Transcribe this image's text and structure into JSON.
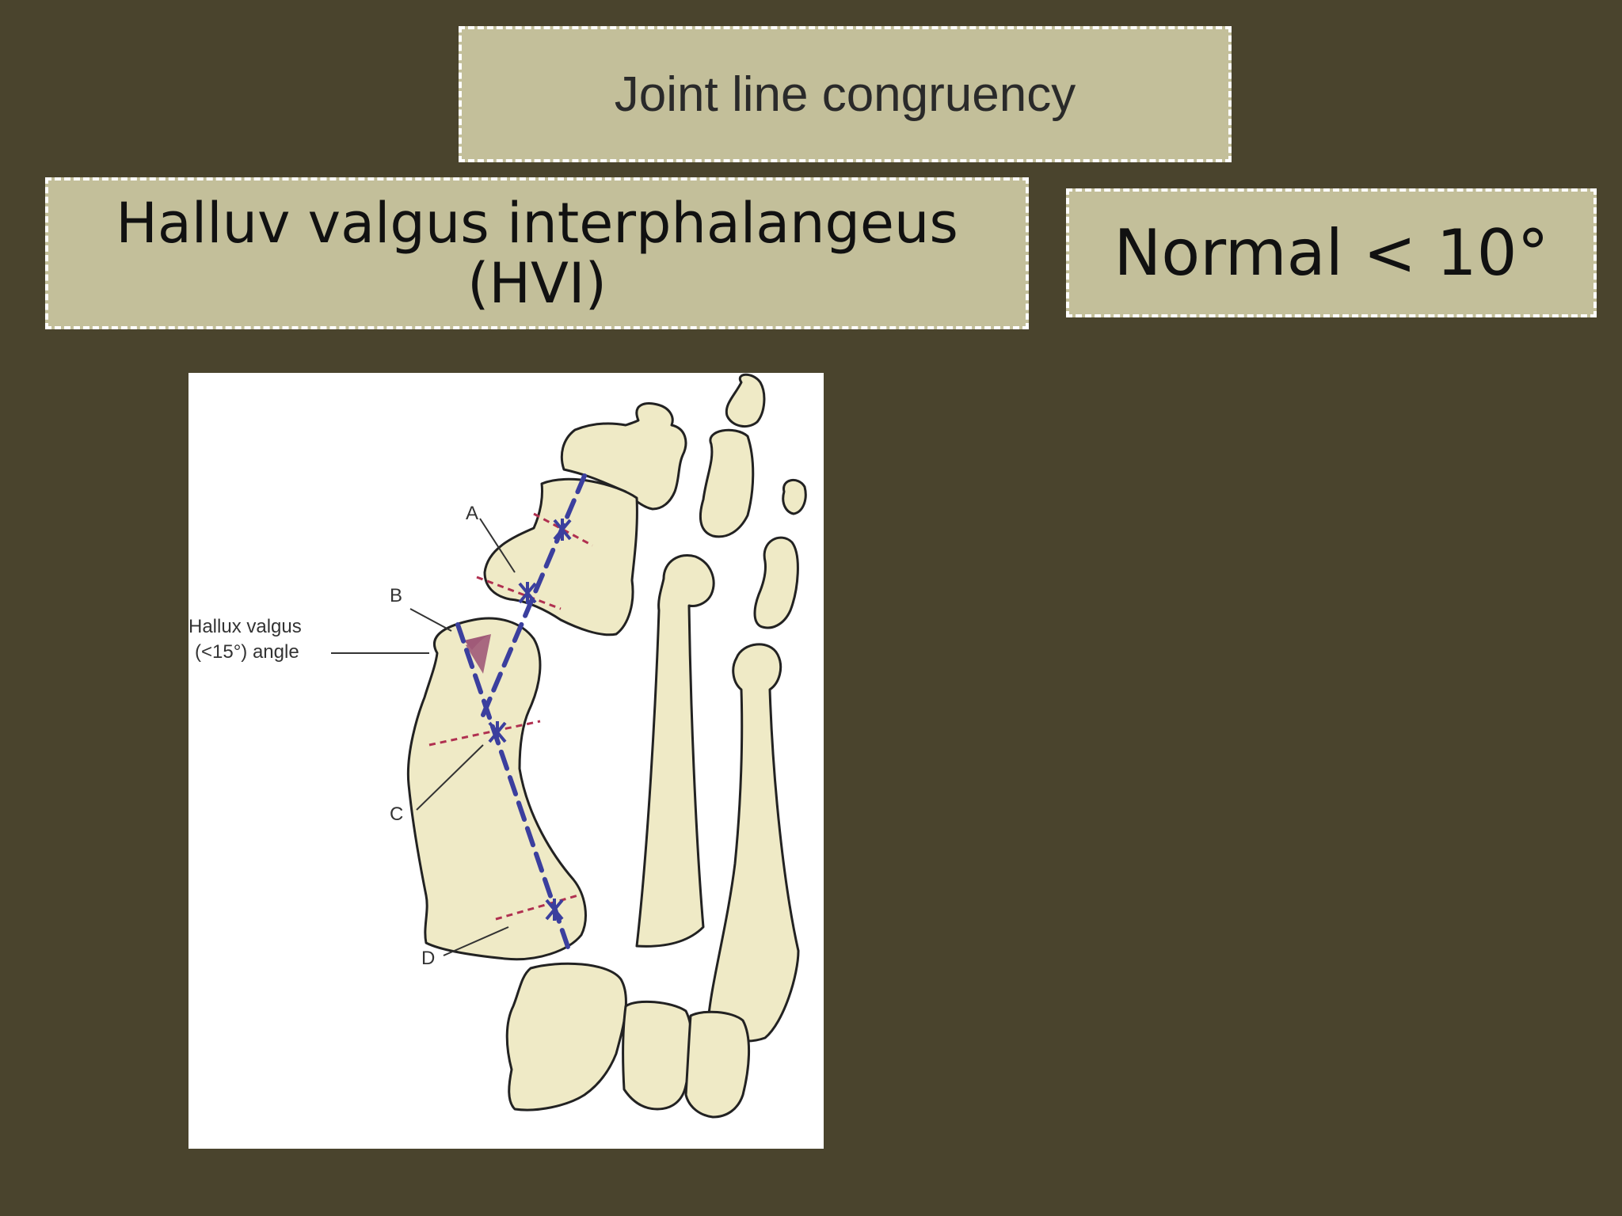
{
  "slide": {
    "title": "Joint line congruency",
    "heading_line1": "Halluv valgus interphalangeus",
    "heading_line2": "(HVI)",
    "normal_value": "Normal < 10°"
  },
  "figure": {
    "labels": {
      "a": "A",
      "b": "B",
      "c": "C",
      "d": "D",
      "angle_line1": "Hallux valgus",
      "angle_line2": "(<15°) angle"
    },
    "colors": {
      "bone_fill": "#efeac6",
      "axis_line": "#3b3f9e",
      "joint_line": "#b03050",
      "angle_fill": "#a05a78"
    }
  }
}
